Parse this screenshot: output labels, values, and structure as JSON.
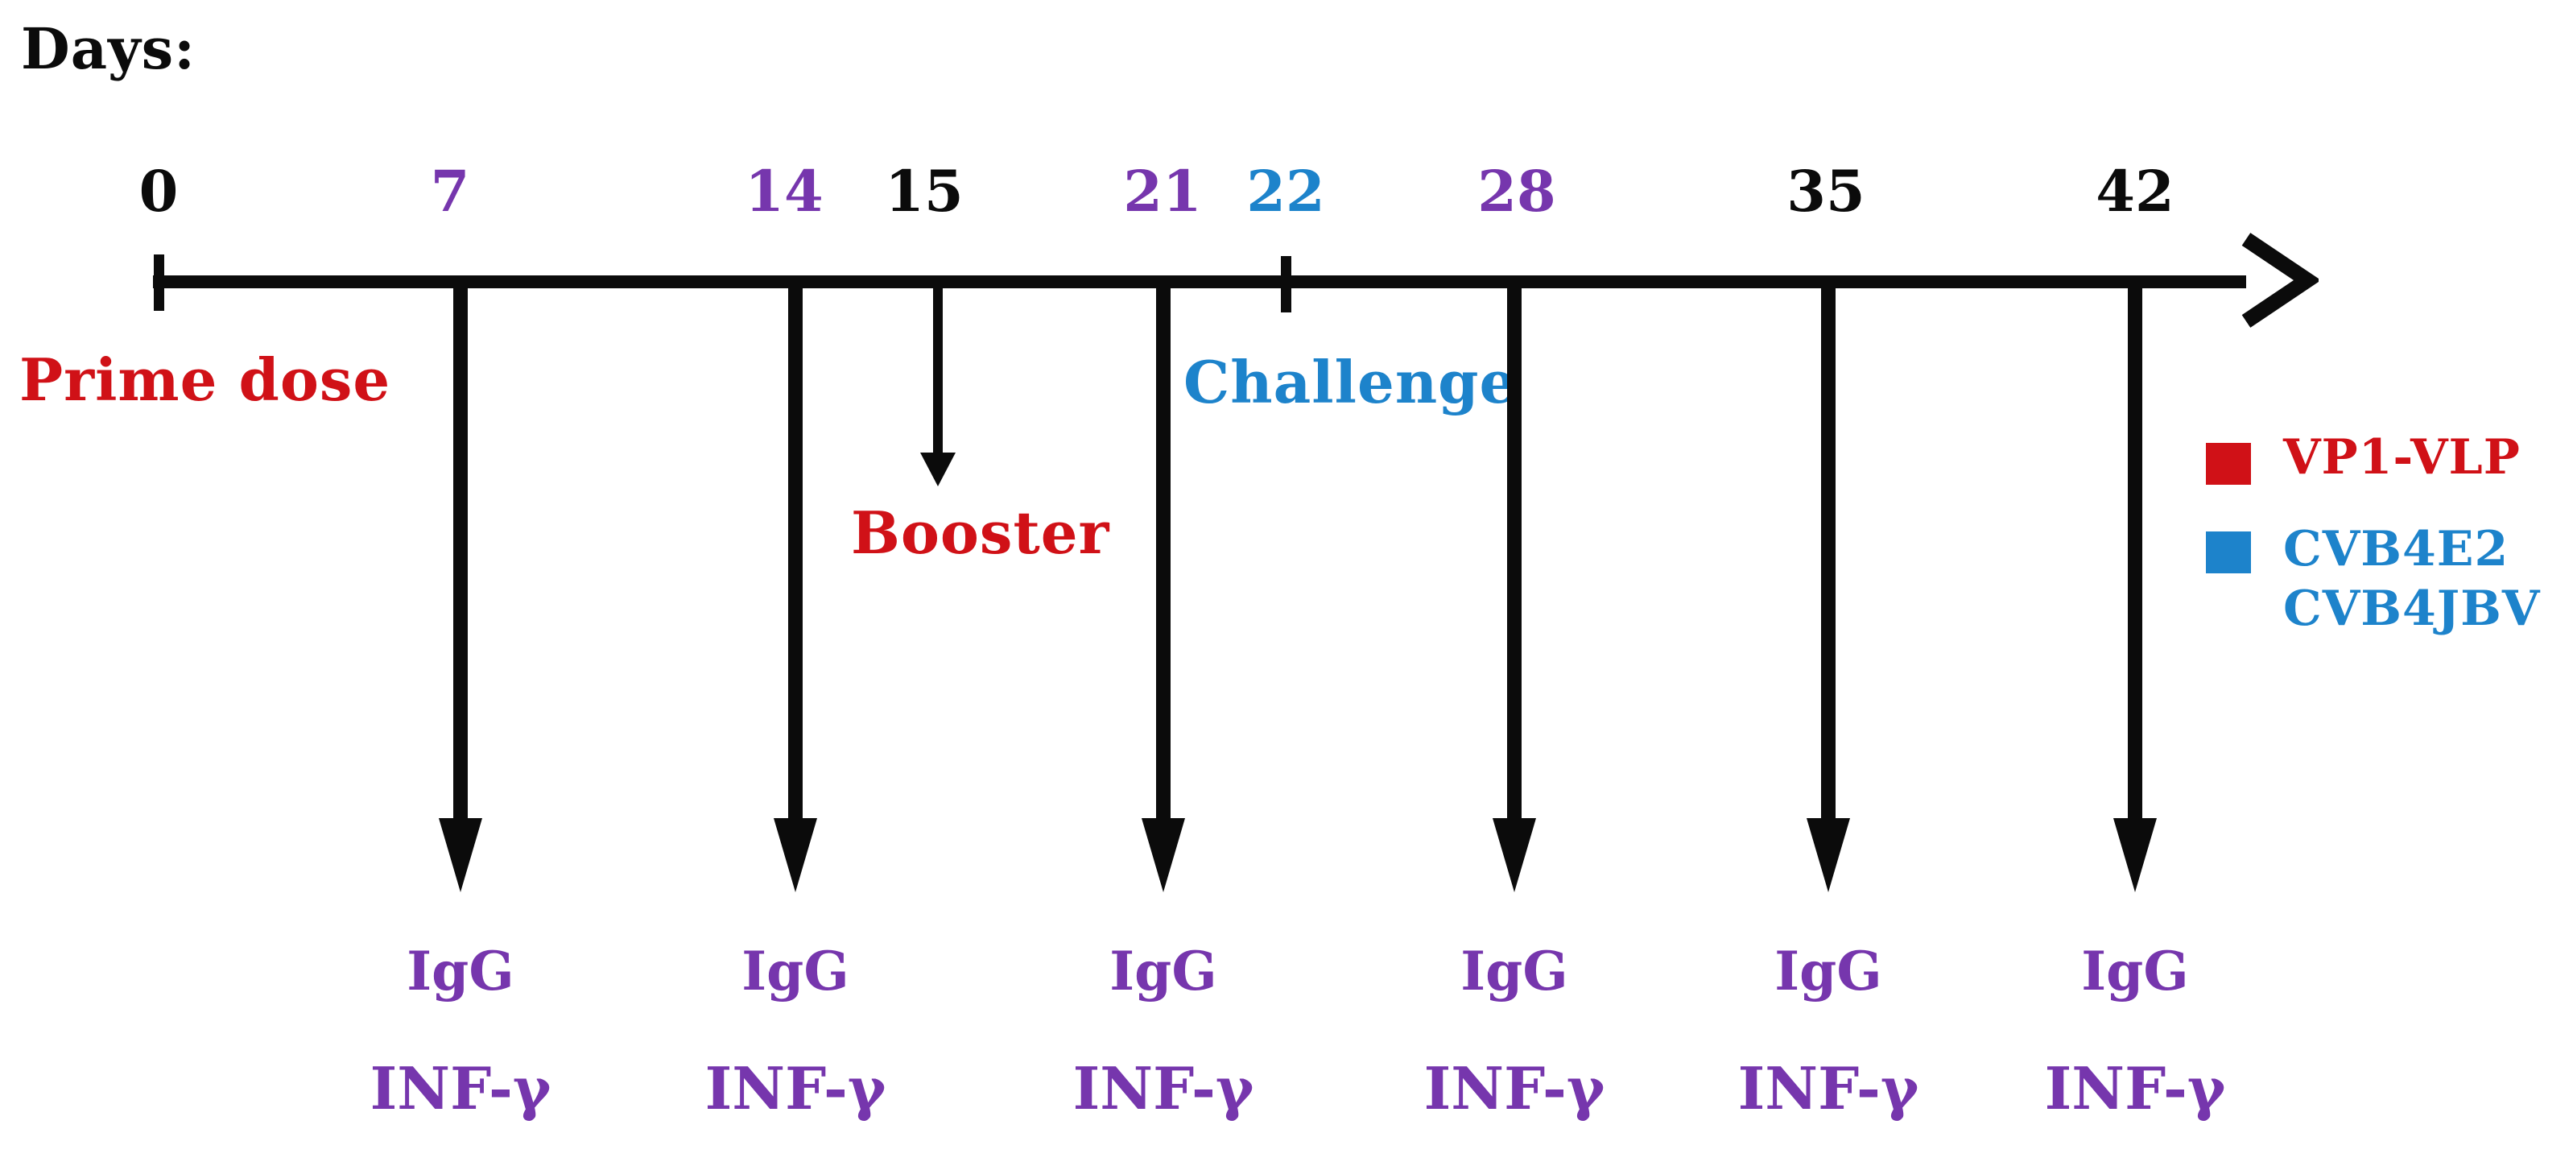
{
  "palette": {
    "purple": "#7636ad",
    "blue": "#1d83cb",
    "red": "#d01117",
    "black": "#0b0b0b"
  },
  "title": "Days:",
  "timeline": {
    "days": [
      {
        "label": "0",
        "color": "black"
      },
      {
        "label": "7",
        "color": "purple"
      },
      {
        "label": "14",
        "color": "purple"
      },
      {
        "label": "15",
        "color": "black"
      },
      {
        "label": "21",
        "color": "purple"
      },
      {
        "label": "22",
        "color": "blue"
      },
      {
        "label": "28",
        "color": "purple"
      },
      {
        "label": "35",
        "color": "black"
      },
      {
        "label": "42",
        "color": "black"
      }
    ]
  },
  "annotations": {
    "prime_dose": "Prime dose",
    "booster": "Booster",
    "challenge": "Challenge"
  },
  "sampling": {
    "igg": "IgG",
    "inf_gamma": "INF-γ",
    "days": [
      "7",
      "14",
      "21",
      "28",
      "35",
      "42"
    ]
  },
  "legend": [
    {
      "label": "VP1-VLP",
      "color": "red"
    },
    {
      "lines": [
        "CVB4E2",
        "CVB4JBV"
      ],
      "color": "blue"
    }
  ]
}
